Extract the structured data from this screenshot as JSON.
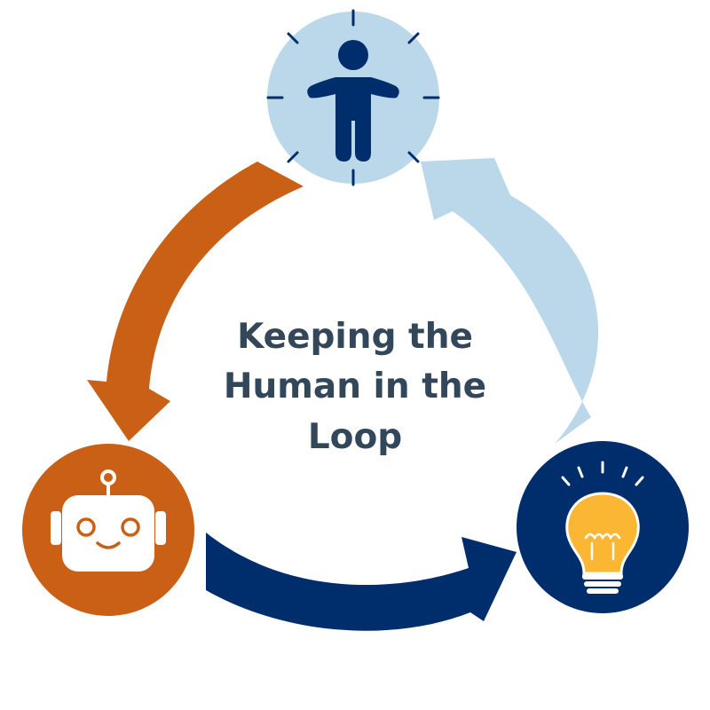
{
  "title": {
    "line1": "Keeping the",
    "line2": "Human in the",
    "line3": "Loop"
  },
  "nodes": {
    "human": {
      "icon": "person-icon",
      "color": "#002e6d",
      "background": "#bad8ea"
    },
    "ai": {
      "icon": "robot-icon",
      "color": "#ffffff",
      "background": "#c96016"
    },
    "insight": {
      "icon": "lightbulb-icon",
      "color": "#fbb733",
      "background": "#002e6d"
    }
  },
  "arrows": {
    "human_to_ai": {
      "color": "#c96016"
    },
    "ai_to_insight": {
      "color": "#002e6d"
    },
    "insight_to_human": {
      "color": "#bad8ea"
    }
  }
}
